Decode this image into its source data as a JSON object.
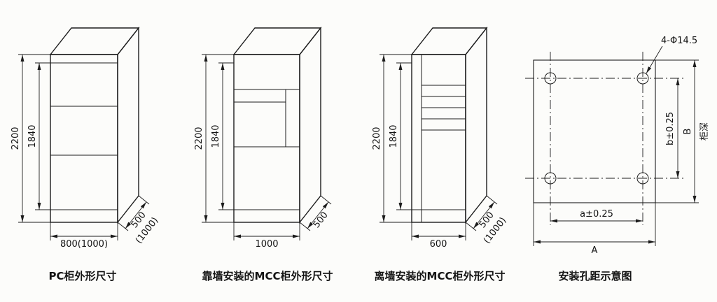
{
  "page": {
    "background_color": "#fcfcfa",
    "line_color": "#1c1c1c"
  },
  "diagrams": {
    "pc": {
      "caption": "PC柜外形尺寸",
      "dim_height_total": "2200",
      "dim_height_inner": "1840",
      "dim_width": "800(1000)",
      "dim_depth": "500",
      "dim_depth_alt": "(1000)"
    },
    "mcc_wall": {
      "caption": "靠墙安装的MCC柜外形尺寸",
      "dim_height_total": "2200",
      "dim_height_inner": "1840",
      "dim_width": "1000",
      "dim_depth": "500"
    },
    "mcc_free": {
      "caption": "离墙安装的MCC柜外形尺寸",
      "dim_height_total": "2200",
      "dim_height_inner": "1840",
      "dim_width": "600",
      "dim_depth": "500",
      "dim_depth_alt": "(1000)"
    },
    "holes": {
      "caption": "安装孔距示意图",
      "hole_callout": "4-Φ14.5",
      "dim_vertical_holes": "b±0.25",
      "dim_vertical_total": "B",
      "depth_label": "柜深",
      "dim_horizontal_holes": "a±0.25",
      "dim_horizontal_total": "A"
    }
  }
}
